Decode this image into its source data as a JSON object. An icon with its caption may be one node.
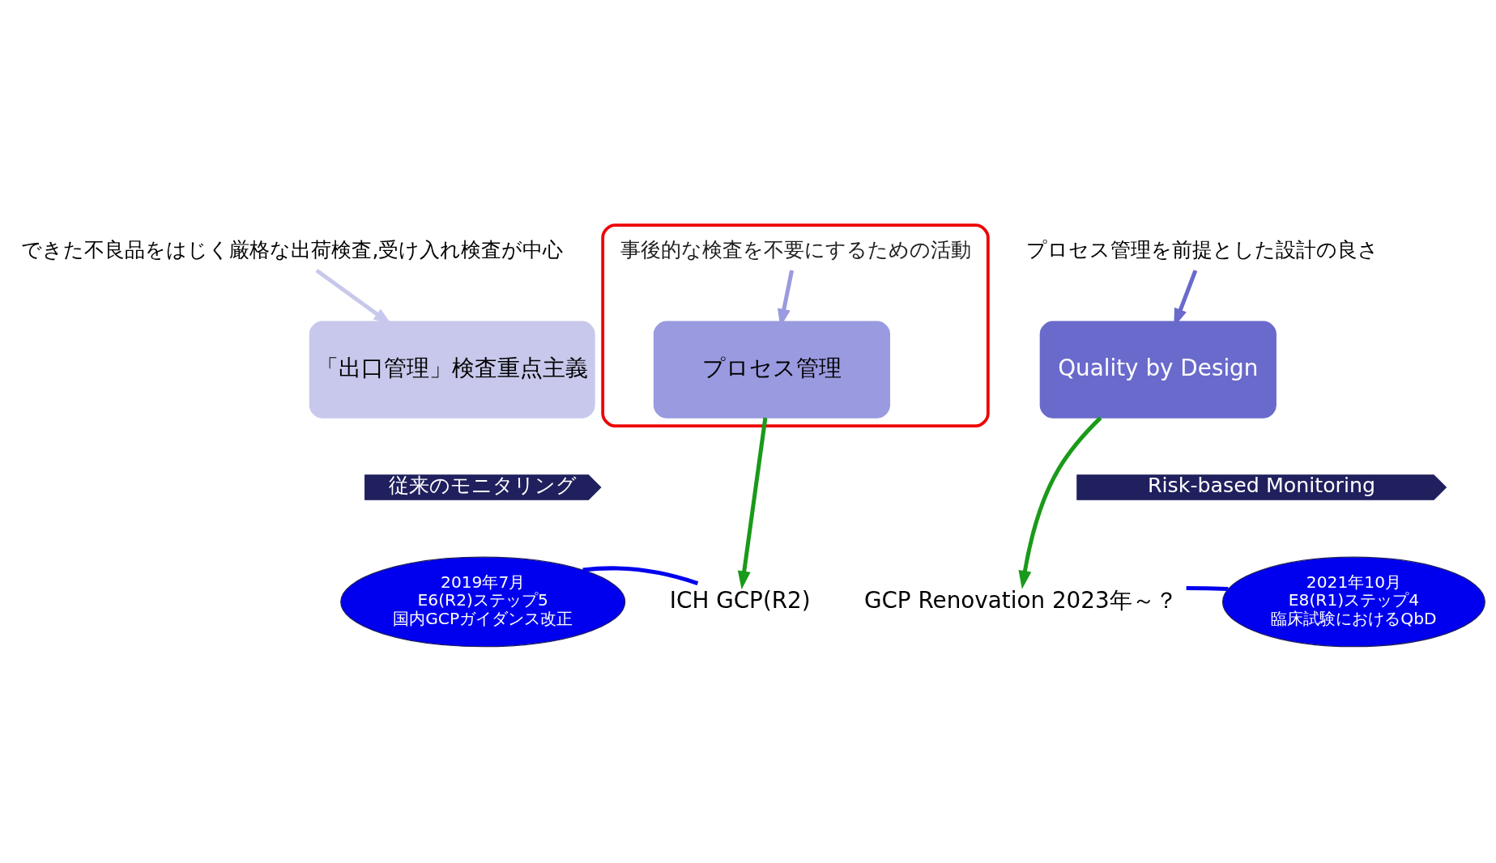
{
  "diagram": {
    "nodes": [
      {
        "text": [
          "できた不良品をはじく厳格な出荷検査,受け入れ検査が中心"
        ]
      },
      {
        "text": [],
        "shape": "box"
      },
      {
        "text": [
          "事後的な検査を不要にするための活動"
        ],
        "in": 1
      },
      {
        "text": [
          "プロセス管理を前提とした設計の良さ"
        ]
      },
      {
        "text": [
          "「出口管理」検査重点主義"
        ]
      },
      {
        "text": [
          "プロセス管理"
        ],
        "in": 1
      },
      {
        "text": [
          "Quality by Design"
        ]
      },
      {
        "text": [
          "従来のモニタリング"
        ]
      },
      {
        "text": [
          "Risk-based Monitoring"
        ]
      },
      {
        "text": [
          "ICH GCP(R2)"
        ]
      },
      {
        "text": [
          "GCP Renovation 2023年～？"
        ]
      },
      {
        "text": [
          "2019年7月",
          "E6(R2)ステップ5",
          "国内GCPガイダンス改正"
        ]
      },
      {
        "text": [
          "2021年10月",
          "E8(R1)ステップ4",
          "臨床試験におけるQbD"
        ]
      }
    ],
    "edges": [
      {
        "from": 0,
        "to": 4,
        "arrow": "to",
        "color": "#c8c8ec"
      },
      {
        "from": 2,
        "to": 5,
        "arrow": "to",
        "color": "#9a9ae0"
      },
      {
        "from": 3,
        "to": 6,
        "arrow": "to",
        "color": "#6a6acc"
      },
      {
        "from": 5,
        "to": 9,
        "arrow": "to",
        "color": "#1a9a1a"
      },
      {
        "from": 6,
        "to": 10,
        "arrow": "to",
        "color": "#1a9a1a"
      },
      {
        "from": 11,
        "to": 9,
        "arrow": "none",
        "color": "#0000ee"
      },
      {
        "from": 12,
        "to": 10,
        "arrow": "none",
        "color": "#0000ee"
      }
    ]
  }
}
